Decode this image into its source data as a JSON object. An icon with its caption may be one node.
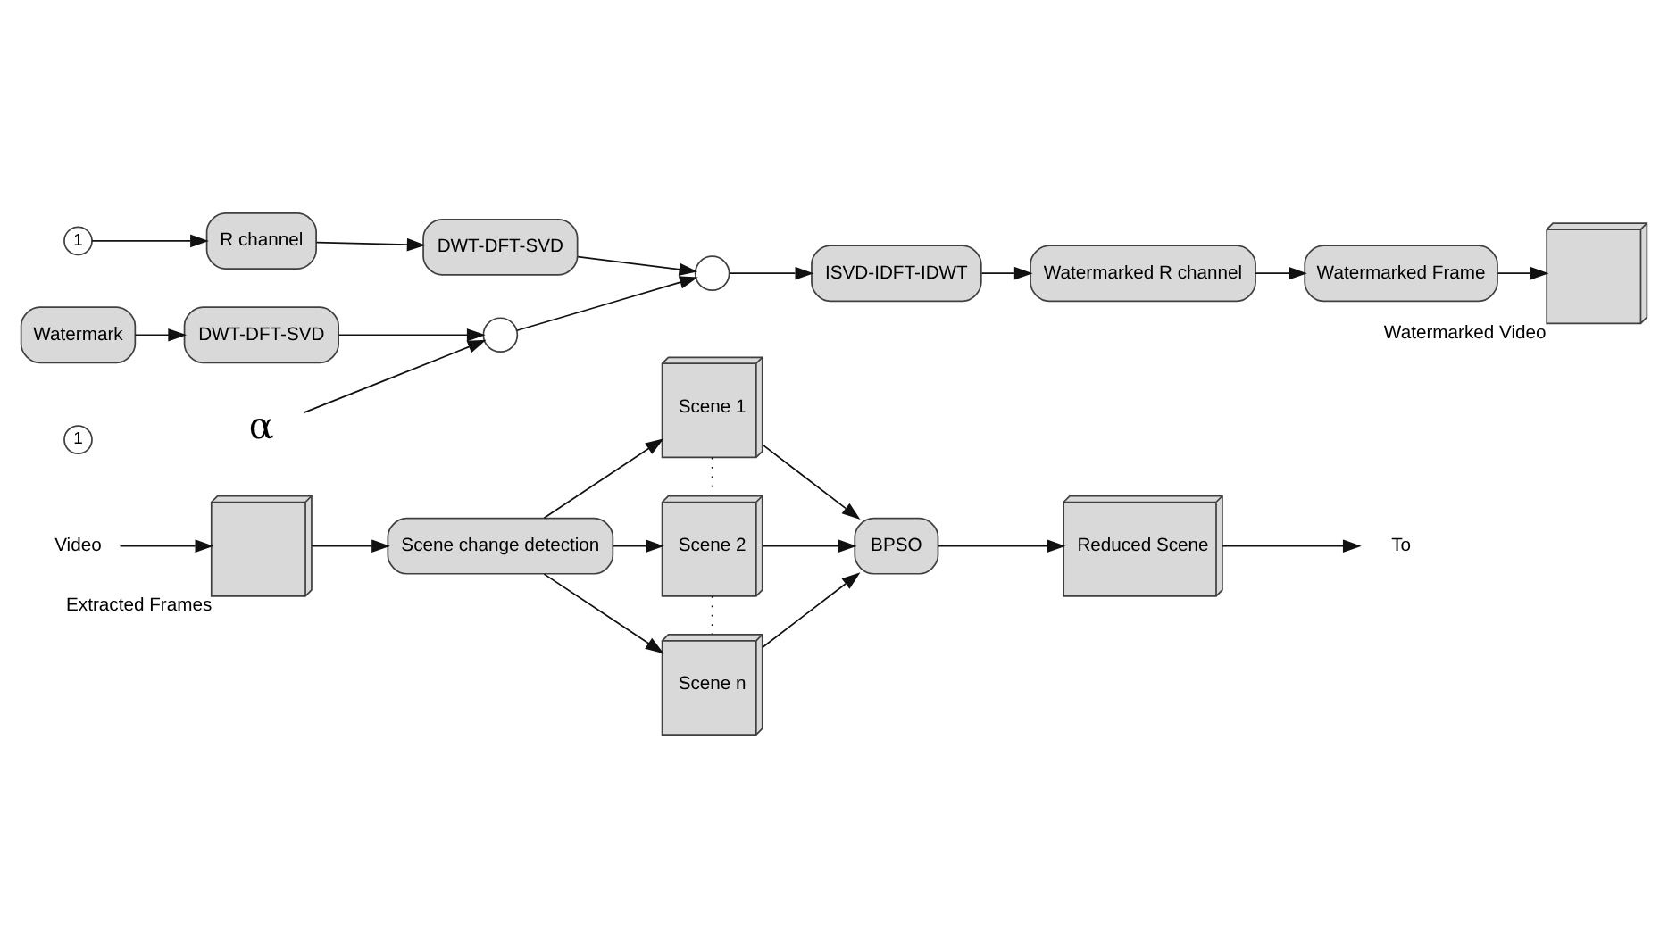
{
  "diagram": {
    "nodes": [
      {
        "text": [
          "Video"
        ]
      },
      {
        "text": [],
        "shape": "box",
        "beside": [
          "Extracted Frames"
        ]
      },
      {
        "text": [
          "Scene change detection"
        ]
      },
      {
        "text": [
          "Scene 1"
        ]
      },
      {
        "text": [
          "Scene 2"
        ]
      },
      {
        "text": [
          "Scene n"
        ]
      },
      {
        "text": [
          "BPSO"
        ]
      },
      {
        "text": [
          "Reduced Scene"
        ]
      },
      {
        "text": [
          "To"
        ]
      },
      {
        "text": [
          "1"
        ]
      },
      {
        "text": [
          "1"
        ]
      },
      {
        "text": [
          "R channel"
        ]
      },
      {
        "text": [
          "DWT-DFT-SVD"
        ]
      },
      {
        "text": [
          "Watermark"
        ]
      },
      {
        "text": [
          "DWT-DFT-SVD"
        ]
      },
      {
        "text": [
          "α"
        ]
      },
      {
        "text": [],
        "shape": "circle"
      },
      {
        "text": [],
        "shape": "circle"
      },
      {
        "text": [
          "ISVD-IDFT-IDWT"
        ]
      },
      {
        "text": [
          "Watermarked R channel"
        ]
      },
      {
        "text": [
          "Watermarked Frame"
        ]
      },
      {
        "text": [],
        "shape": "box",
        "beside": [
          "Watermarked Video"
        ]
      }
    ],
    "edges": [
      {
        "from": 0,
        "to": 1,
        "arrow": "to"
      },
      {
        "from": 1,
        "to": 2,
        "arrow": "to"
      },
      {
        "from": 2,
        "to": 3,
        "arrow": "to"
      },
      {
        "from": 2,
        "to": 4,
        "arrow": "to"
      },
      {
        "from": 2,
        "to": 5,
        "arrow": "to"
      },
      {
        "from": 3,
        "to": 4,
        "arrow": "none",
        "style": "dashed"
      },
      {
        "from": 4,
        "to": 5,
        "arrow": "none",
        "style": "dashed"
      },
      {
        "from": 3,
        "to": 6,
        "arrow": "to"
      },
      {
        "from": 4,
        "to": 6,
        "arrow": "to"
      },
      {
        "from": 5,
        "to": 6,
        "arrow": "to"
      },
      {
        "from": 6,
        "to": 7,
        "arrow": "to"
      },
      {
        "from": 7,
        "to": 8,
        "arrow": "to"
      },
      {
        "from": 10,
        "to": 11,
        "arrow": "to"
      },
      {
        "from": 11,
        "to": 12,
        "arrow": "to"
      },
      {
        "from": 12,
        "to": 17,
        "arrow": "to"
      },
      {
        "from": 13,
        "to": 14,
        "arrow": "to"
      },
      {
        "from": 14,
        "to": 16,
        "arrow": "to"
      },
      {
        "from": 15,
        "to": 16,
        "arrow": "to"
      },
      {
        "from": 16,
        "to": 17,
        "arrow": "to"
      },
      {
        "from": 17,
        "to": 18,
        "arrow": "to"
      },
      {
        "from": 18,
        "to": 19,
        "arrow": "to"
      },
      {
        "from": 19,
        "to": 20,
        "arrow": "to"
      },
      {
        "from": 20,
        "to": 21,
        "arrow": "to"
      }
    ]
  }
}
